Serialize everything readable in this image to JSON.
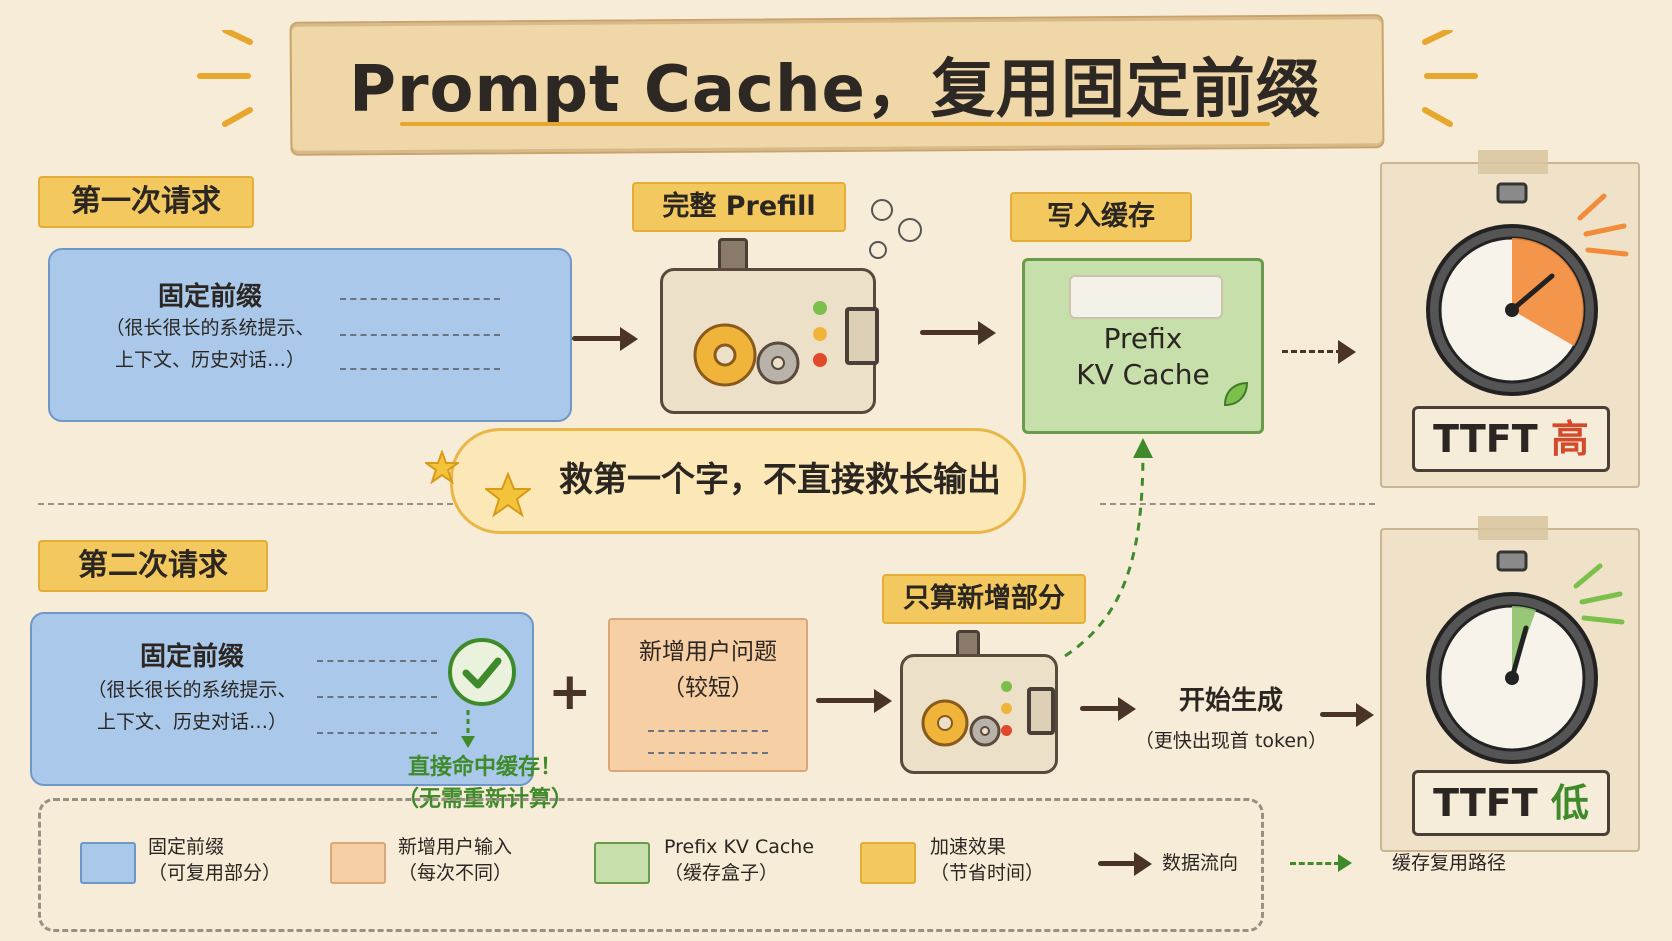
{
  "title": "Prompt Cache，复用固定前缀",
  "first_request": {
    "tag": "第一次请求",
    "prefix_title": "固定前缀",
    "prefix_desc_1": "（很长很长的系统提示、",
    "prefix_desc_2": "上下文、历史对话…）",
    "prefill_tag": "完整 Prefill",
    "cache_tag": "写入缓存",
    "cache_label_1": "Prefix",
    "cache_label_2": "KV Cache",
    "ttft_label": "TTFT",
    "ttft_level": "高"
  },
  "callout": "救第一个字，不直接救长输出",
  "second_request": {
    "tag": "第二次请求",
    "prefix_title": "固定前缀",
    "prefix_desc_1": "（很长很长的系统提示、",
    "prefix_desc_2": "上下文、历史对话…）",
    "hit_1": "直接命中缓存！",
    "hit_2": "（无需重新计算）",
    "plus": "+",
    "new_input_1": "新增用户问题",
    "new_input_2": "（较短）",
    "compute_tag": "只算新增部分",
    "gen_1": "开始生成",
    "gen_2": "（更快出现首 token）",
    "ttft_label": "TTFT",
    "ttft_level": "低"
  },
  "legend": {
    "prefix_1": "固定前缀",
    "prefix_2": "（可复用部分）",
    "new_1": "新增用户输入",
    "new_2": "（每次不同）",
    "cache_1": "Prefix KV Cache",
    "cache_2": "（缓存盒子）",
    "speed_1": "加速效果",
    "speed_2": "（节省时间）",
    "flow": "数据流向",
    "reuse": "缓存复用路径"
  },
  "colors": {
    "prefix_blue": "#a9c8ea",
    "new_orange": "#f7cfa5",
    "cache_green": "#c7dfaa",
    "speed_yellow": "#f3c95f",
    "high_red": "#d44a2a",
    "low_green": "#3f8a2a"
  },
  "icons": [
    "gear-icon",
    "stopwatch-icon",
    "checkmark-icon",
    "star-icon",
    "leaf-icon"
  ]
}
